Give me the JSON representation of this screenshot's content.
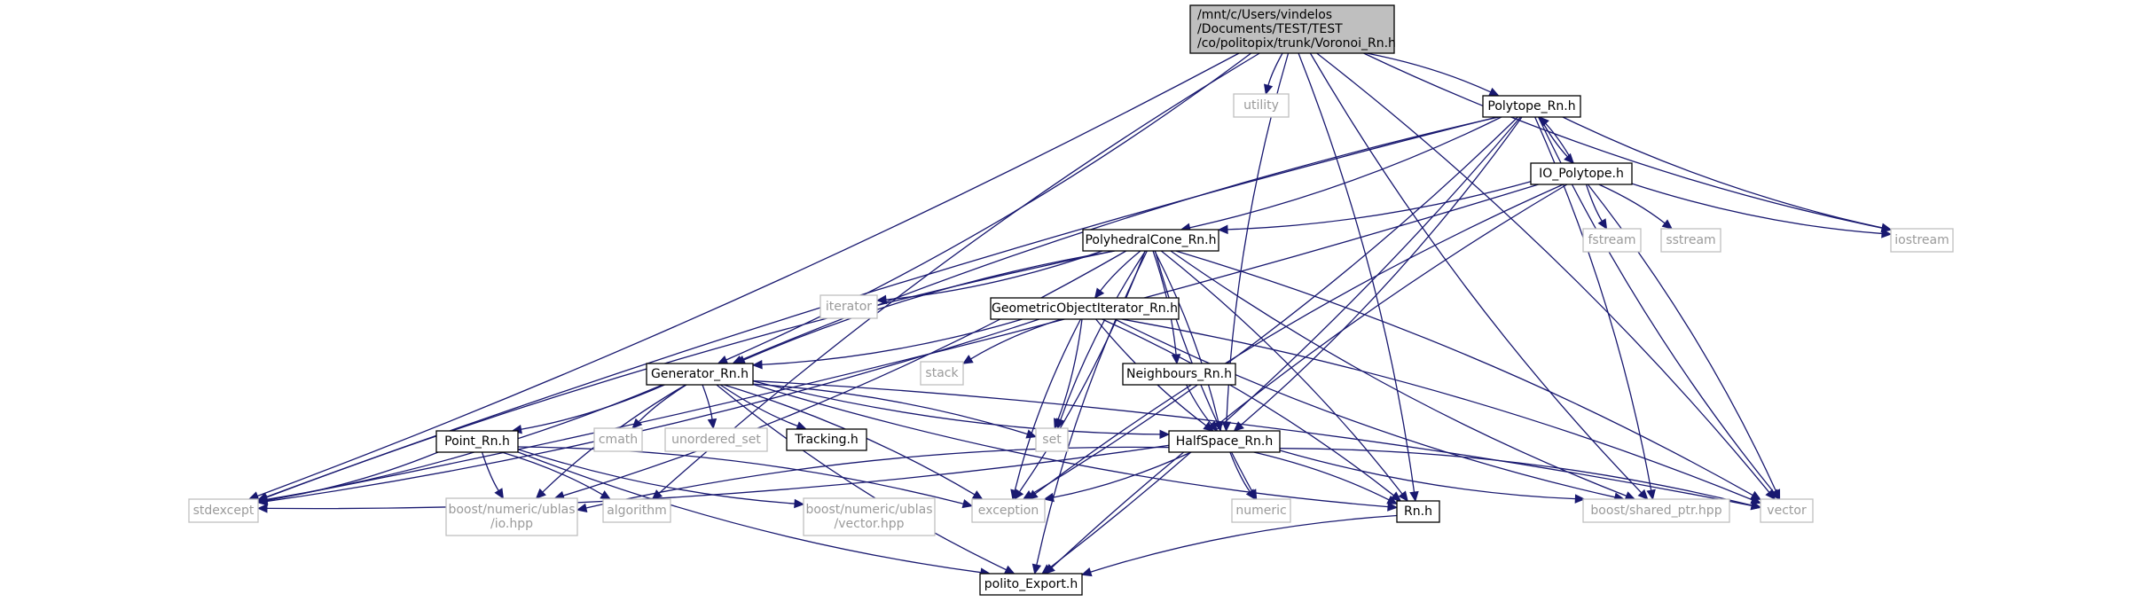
{
  "colors": {
    "edge": "#191970",
    "root_fill": "#bfbfbf",
    "local_stroke": "#000000",
    "external_stroke": "#bfbfbf",
    "external_text": "#9a9a9a"
  },
  "nodes": [
    {
      "id": "root",
      "name": "dep-node-voronoi-rn-h",
      "lines": [
        "/mnt/c/Users/vindelos",
        "/Documents/TEST/TEST",
        "/co/politopix/trunk/Voronoi_Rn.h"
      ],
      "kind": "root"
    },
    {
      "id": "utility",
      "name": "dep-node-utility",
      "lines": [
        "utility"
      ],
      "kind": "external"
    },
    {
      "id": "polytope",
      "name": "dep-node-polytope-rn-h",
      "lines": [
        "Polytope_Rn.h"
      ],
      "kind": "local"
    },
    {
      "id": "io",
      "name": "dep-node-io-polytope-h",
      "lines": [
        "IO_Polytope.h"
      ],
      "kind": "local"
    },
    {
      "id": "fstream",
      "name": "dep-node-fstream",
      "lines": [
        "fstream"
      ],
      "kind": "external"
    },
    {
      "id": "sstream",
      "name": "dep-node-sstream",
      "lines": [
        "sstream"
      ],
      "kind": "external"
    },
    {
      "id": "iostream",
      "name": "dep-node-iostream",
      "lines": [
        "iostream"
      ],
      "kind": "external"
    },
    {
      "id": "polycone",
      "name": "dep-node-polyhedralcone-rn-h",
      "lines": [
        "PolyhedralCone_Rn.h"
      ],
      "kind": "local"
    },
    {
      "id": "iterator",
      "name": "dep-node-iterator",
      "lines": [
        "iterator"
      ],
      "kind": "external"
    },
    {
      "id": "geoiter",
      "name": "dep-node-geometricobjectiterator-rn-h",
      "lines": [
        "GeometricObjectIterator_Rn.h"
      ],
      "kind": "local"
    },
    {
      "id": "stack",
      "name": "dep-node-stack",
      "lines": [
        "stack"
      ],
      "kind": "external"
    },
    {
      "id": "neigh",
      "name": "dep-node-neighbours-rn-h",
      "lines": [
        "Neighbours_Rn.h"
      ],
      "kind": "local"
    },
    {
      "id": "generator",
      "name": "dep-node-generator-rn-h",
      "lines": [
        "Generator_Rn.h"
      ],
      "kind": "local"
    },
    {
      "id": "pointrn",
      "name": "dep-node-point-rn-h",
      "lines": [
        "Point_Rn.h"
      ],
      "kind": "local"
    },
    {
      "id": "cmath",
      "name": "dep-node-cmath",
      "lines": [
        "cmath"
      ],
      "kind": "external"
    },
    {
      "id": "unordered",
      "name": "dep-node-unordered-set",
      "lines": [
        "unordered_set"
      ],
      "kind": "external"
    },
    {
      "id": "tracking",
      "name": "dep-node-tracking-h",
      "lines": [
        "Tracking.h"
      ],
      "kind": "local"
    },
    {
      "id": "set",
      "name": "dep-node-set",
      "lines": [
        "set"
      ],
      "kind": "external"
    },
    {
      "id": "halfspace",
      "name": "dep-node-halfspace-rn-h",
      "lines": [
        "HalfSpace_Rn.h"
      ],
      "kind": "local"
    },
    {
      "id": "stdexcept",
      "name": "dep-node-stdexcept",
      "lines": [
        "stdexcept"
      ],
      "kind": "external"
    },
    {
      "id": "ublasio",
      "name": "dep-node-boost-ublas-io-hpp",
      "lines": [
        "boost/numeric/ublas",
        "/io.hpp"
      ],
      "kind": "external"
    },
    {
      "id": "algorithm",
      "name": "dep-node-algorithm",
      "lines": [
        "algorithm"
      ],
      "kind": "external"
    },
    {
      "id": "ublasvec",
      "name": "dep-node-boost-ublas-vector-hpp",
      "lines": [
        "boost/numeric/ublas",
        "/vector.hpp"
      ],
      "kind": "external"
    },
    {
      "id": "exception",
      "name": "dep-node-exception",
      "lines": [
        "exception"
      ],
      "kind": "external"
    },
    {
      "id": "numeric",
      "name": "dep-node-numeric",
      "lines": [
        "numeric"
      ],
      "kind": "external"
    },
    {
      "id": "rnh",
      "name": "dep-node-rn-h",
      "lines": [
        "Rn.h"
      ],
      "kind": "local"
    },
    {
      "id": "sharedptr",
      "name": "dep-node-boost-shared-ptr-hpp",
      "lines": [
        "boost/shared_ptr.hpp"
      ],
      "kind": "external"
    },
    {
      "id": "vector",
      "name": "dep-node-vector",
      "lines": [
        "vector"
      ],
      "kind": "external"
    },
    {
      "id": "export",
      "name": "dep-node-polito-export-h",
      "lines": [
        "polito_Export.h"
      ],
      "kind": "local"
    }
  ],
  "edges": [
    [
      "root",
      "utility"
    ],
    [
      "root",
      "polytope"
    ],
    [
      "root",
      "iostream"
    ],
    [
      "root",
      "generator"
    ],
    [
      "root",
      "halfspace"
    ],
    [
      "root",
      "stdexcept"
    ],
    [
      "root",
      "algorithm"
    ],
    [
      "root",
      "rnh"
    ],
    [
      "root",
      "sharedptr"
    ],
    [
      "root",
      "vector"
    ],
    [
      "polytope",
      "io"
    ],
    [
      "polytope",
      "polycone"
    ],
    [
      "polytope",
      "generator"
    ],
    [
      "polytope",
      "halfspace"
    ],
    [
      "polytope",
      "stdexcept"
    ],
    [
      "polytope",
      "exception"
    ],
    [
      "polytope",
      "iostream"
    ],
    [
      "polytope",
      "sharedptr"
    ],
    [
      "polytope",
      "vector"
    ],
    [
      "polytope",
      "export"
    ],
    [
      "io",
      "polytope"
    ],
    [
      "io",
      "polycone"
    ],
    [
      "io",
      "fstream"
    ],
    [
      "io",
      "sstream"
    ],
    [
      "io",
      "iostream"
    ],
    [
      "io",
      "stdexcept"
    ],
    [
      "io",
      "exception"
    ],
    [
      "io",
      "vector"
    ],
    [
      "io",
      "export"
    ],
    [
      "polycone",
      "iterator"
    ],
    [
      "polycone",
      "geoiter"
    ],
    [
      "polycone",
      "neigh"
    ],
    [
      "polycone",
      "generator"
    ],
    [
      "polycone",
      "halfspace"
    ],
    [
      "polycone",
      "stdexcept"
    ],
    [
      "polycone",
      "ublasio"
    ],
    [
      "polycone",
      "set"
    ],
    [
      "polycone",
      "exception"
    ],
    [
      "polycone",
      "numeric"
    ],
    [
      "polycone",
      "rnh"
    ],
    [
      "polycone",
      "sharedptr"
    ],
    [
      "polycone",
      "vector"
    ],
    [
      "polycone",
      "export"
    ],
    [
      "geoiter",
      "generator"
    ],
    [
      "geoiter",
      "stack"
    ],
    [
      "geoiter",
      "set"
    ],
    [
      "geoiter",
      "halfspace"
    ],
    [
      "geoiter",
      "stdexcept"
    ],
    [
      "geoiter",
      "exception"
    ],
    [
      "geoiter",
      "rnh"
    ],
    [
      "geoiter",
      "sharedptr"
    ],
    [
      "geoiter",
      "vector"
    ],
    [
      "neigh",
      "halfspace"
    ],
    [
      "generator",
      "pointrn"
    ],
    [
      "generator",
      "cmath"
    ],
    [
      "generator",
      "unordered"
    ],
    [
      "generator",
      "tracking"
    ],
    [
      "generator",
      "set"
    ],
    [
      "generator",
      "halfspace"
    ],
    [
      "generator",
      "stdexcept"
    ],
    [
      "generator",
      "ublasio"
    ],
    [
      "generator",
      "exception"
    ],
    [
      "generator",
      "rnh"
    ],
    [
      "generator",
      "vector"
    ],
    [
      "generator",
      "export"
    ],
    [
      "pointrn",
      "stdexcept"
    ],
    [
      "pointrn",
      "ublasio"
    ],
    [
      "pointrn",
      "algorithm"
    ],
    [
      "pointrn",
      "ublasvec"
    ],
    [
      "pointrn",
      "exception"
    ],
    [
      "pointrn",
      "export"
    ],
    [
      "halfspace",
      "stdexcept"
    ],
    [
      "halfspace",
      "ublasio"
    ],
    [
      "halfspace",
      "exception"
    ],
    [
      "halfspace",
      "numeric"
    ],
    [
      "halfspace",
      "rnh"
    ],
    [
      "halfspace",
      "sharedptr"
    ],
    [
      "halfspace",
      "vector"
    ],
    [
      "rnh",
      "export"
    ]
  ]
}
